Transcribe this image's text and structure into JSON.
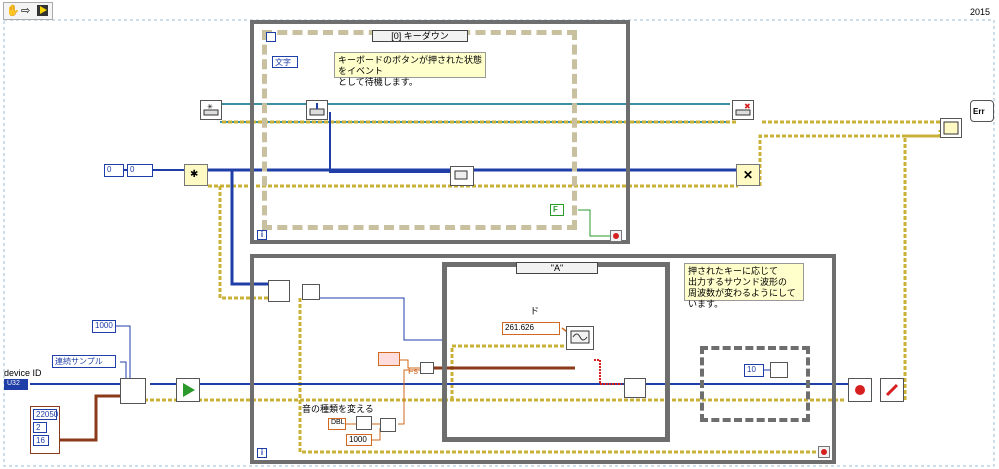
{
  "toolbar": {
    "version_label": "2015",
    "icons": [
      "hand-tool-icon",
      "arrow-icon",
      "run-highlight-icon"
    ]
  },
  "event_loop": {
    "case_selector": "[0] キーダウン",
    "event_data_label": "文字",
    "comment": "キーボードのボタンが押された状態をイベント\nとして待機します。",
    "bool_constant": "F",
    "iteration_label": "i"
  },
  "main_loop": {
    "case_selector": "\"A\"",
    "comment": "押されたキーに応じて\n出力するサウンド波形の\n周波数が変わるようにしています。",
    "note_label": "ド",
    "note_value": "261.626",
    "fs_label": "Fs",
    "sound_type_label": "音の種類を変える",
    "wait_value": "10",
    "mult_constant": "1000",
    "iteration_label": "i",
    "dbl_constant_label": "DBL"
  },
  "left_inputs": {
    "enum_value_0": "0",
    "enum_value_1": "0",
    "buffer_size": "1000",
    "sample_mode": "連続サンプル",
    "device_id_label": "device ID",
    "device_id_type": "U32",
    "sample_rate": "22050",
    "channels": "2",
    "bits": "16"
  },
  "colors": {
    "blue_wire": "#1f3ea8",
    "orange_wire": "#d2691e",
    "brown_wire": "#8b3a1a",
    "error_wire": "#c9b037",
    "structure_gray": "#6e6e6e",
    "comment_bg": "#ffffcc"
  }
}
